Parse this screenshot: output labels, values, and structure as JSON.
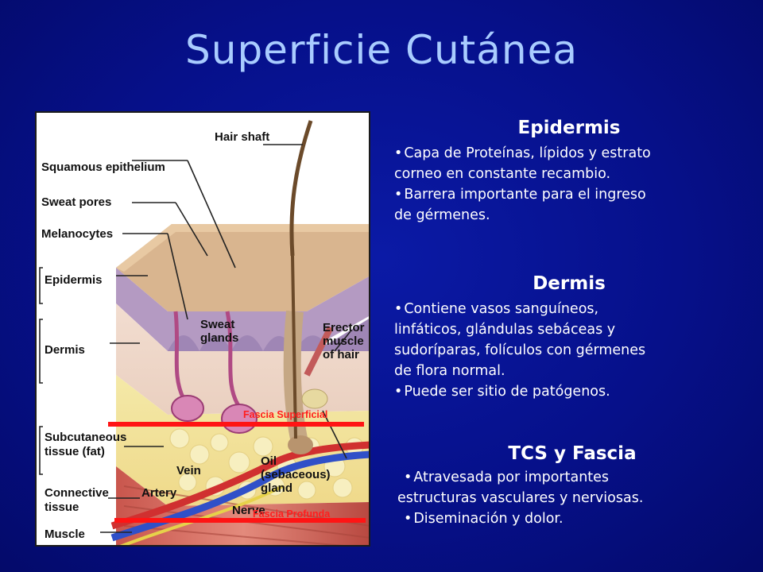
{
  "slide": {
    "title": "Superficie Cutánea"
  },
  "figure": {
    "labels": {
      "hair_shaft": "Hair shaft",
      "squamous": "Squamous epithelium",
      "sweat_pores": "Sweat pores",
      "melanocytes": "Melanocytes",
      "epidermis": "Epidermis",
      "dermis": "Dermis",
      "subcutaneous_1": "Subcutaneous",
      "subcutaneous_2": "tissue (fat)",
      "connective_1": "Connective",
      "connective_2": "tissue",
      "muscle": "Muscle",
      "sweat_glands_1": "Sweat",
      "sweat_glands_2": "glands",
      "erector_1": "Erector",
      "erector_2": "muscle",
      "erector_3": "of hair",
      "vein": "Vein",
      "artery": "Artery",
      "oil_1": "Oil",
      "oil_2": "(sebaceous)",
      "oil_3": "gland",
      "nerve": "Nerve"
    },
    "fascia_superficial": "Fascia Superficial",
    "fascia_profunda": "Fascia Profunda",
    "colors": {
      "fascia_line": "#ff1414",
      "fascia_text": "#ff1e1e"
    }
  },
  "epidermis": {
    "heading": "Epidermis",
    "items": [
      "Capa de Proteínas, lípidos y estrato",
      "corneo en constante recambio.",
      "Barrera importante para el ingreso",
      "de gérmenes."
    ]
  },
  "dermis": {
    "heading": "Dermis",
    "items": [
      "Contiene vasos sanguíneos,",
      "linfáticos, glándulas sebáceas y",
      "sudoríparas, folículos con gérmenes",
      "de flora normal.",
      "Puede ser sitio de patógenos."
    ]
  },
  "tcs": {
    "heading": "TCS y Fascia",
    "items": [
      "Atravesada por importantes",
      "estructuras vasculares y nerviosas.",
      "Diseminación y dolor."
    ]
  },
  "bullet": "•"
}
